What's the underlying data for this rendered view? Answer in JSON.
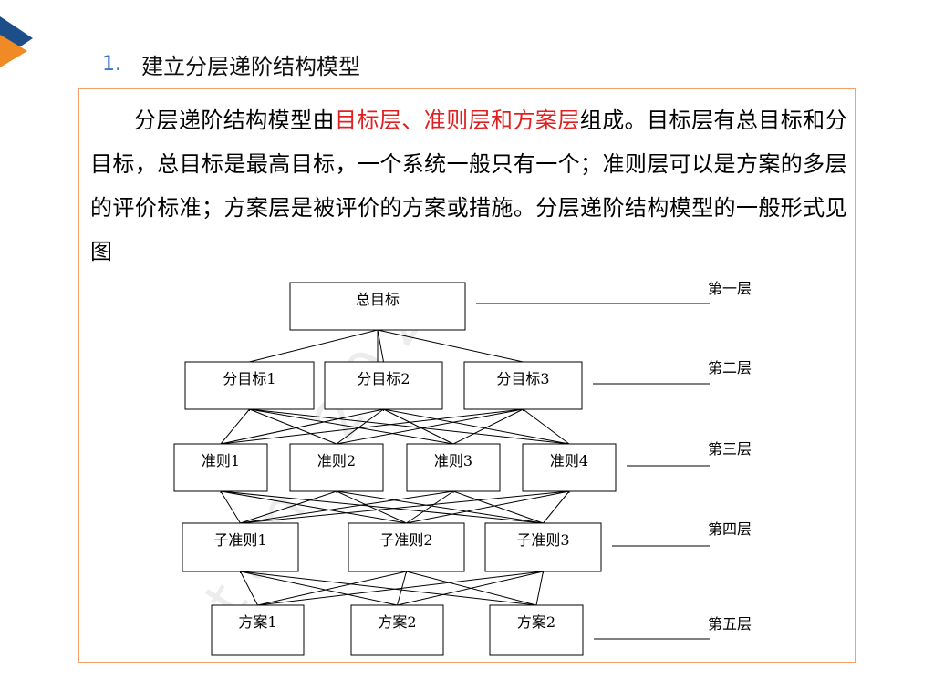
{
  "heading": {
    "number": "1.",
    "title": "建立分层递阶结构模型"
  },
  "paragraph": {
    "part1": "分层递阶结构模型由",
    "highlight": "目标层、准则层和方案层",
    "part2": "组成。目标层有总目标和分目标，总目标是最高目标，一个系统一般只有一个；准则层可以是方案的多层的评价标准；方案层是被评价的方案或措施。分层递阶结构模型的一般形式见图"
  },
  "watermark": {
    "text": "t a n g 2 0 2"
  },
  "colors": {
    "accent": "#3a78c3",
    "highlight": "#e02020",
    "border": "#f1a169",
    "logo_blue": "#1c4f8a",
    "logo_orange": "#f08a24"
  },
  "diagram": {
    "levels": [
      {
        "label": "第一层",
        "nodes": [
          "总目标"
        ]
      },
      {
        "label": "第二层",
        "nodes": [
          "分目标1",
          "分目标2",
          "分目标3"
        ]
      },
      {
        "label": "第三层",
        "nodes": [
          "准则1",
          "准则2",
          "准则3",
          "准则4"
        ]
      },
      {
        "label": "第四层",
        "nodes": [
          "子准则1",
          "子准则2",
          "子准则3"
        ]
      },
      {
        "label": "第五层",
        "nodes": [
          "方案1",
          "方案2",
          "方案2"
        ]
      }
    ]
  }
}
